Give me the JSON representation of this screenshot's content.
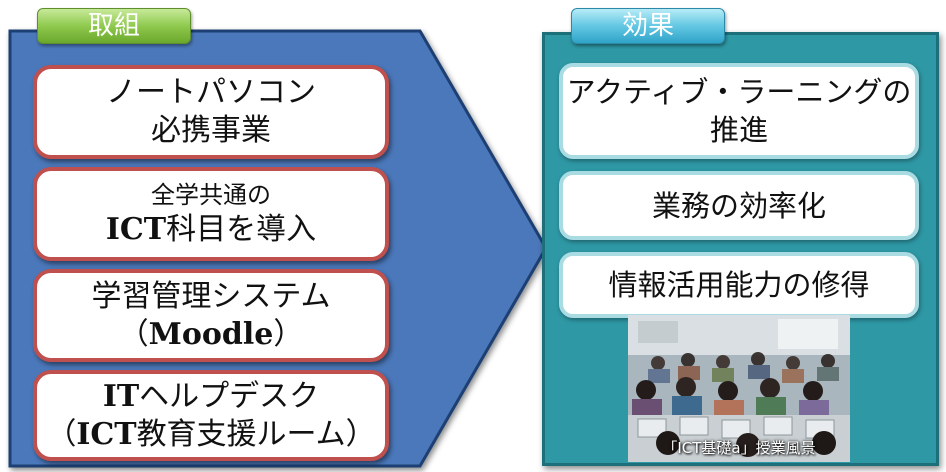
{
  "torikumi": {
    "tab_label": "取組",
    "boxes": [
      {
        "line1": "ノートパソコン",
        "line2": "必携事業"
      },
      {
        "line1": "全学共通の",
        "line2_latin": "ICT",
        "line2_rest": "科目を導入"
      },
      {
        "line1": "学習管理システム",
        "line2_open": "（",
        "line2_latin": "Moodle",
        "line2_close": "）"
      },
      {
        "line1_latin": "IT",
        "line1_rest": "ヘルプデスク",
        "line2_open": "（",
        "line2_latin": "ICT",
        "line2_rest": "教育支援ルーム）"
      }
    ]
  },
  "kouka": {
    "tab_label": "効果",
    "boxes": [
      {
        "line1": "アクティブ・ラーニングの",
        "line2": "推進"
      },
      {
        "line1": "業務の効率化"
      },
      {
        "line1": "情報活用能力の修得"
      }
    ],
    "photo_caption": "「ICT基礎a」授業風景"
  },
  "colors": {
    "arrow_fill": "#4c78ba",
    "arrow_border": "#1f3f73",
    "left_box_border": "#c0504d",
    "effect_panel": "#2e98a5",
    "effect_box_border": "#a9dbe3",
    "tab_green": "#8fc94e",
    "tab_blue": "#63c7e3"
  }
}
